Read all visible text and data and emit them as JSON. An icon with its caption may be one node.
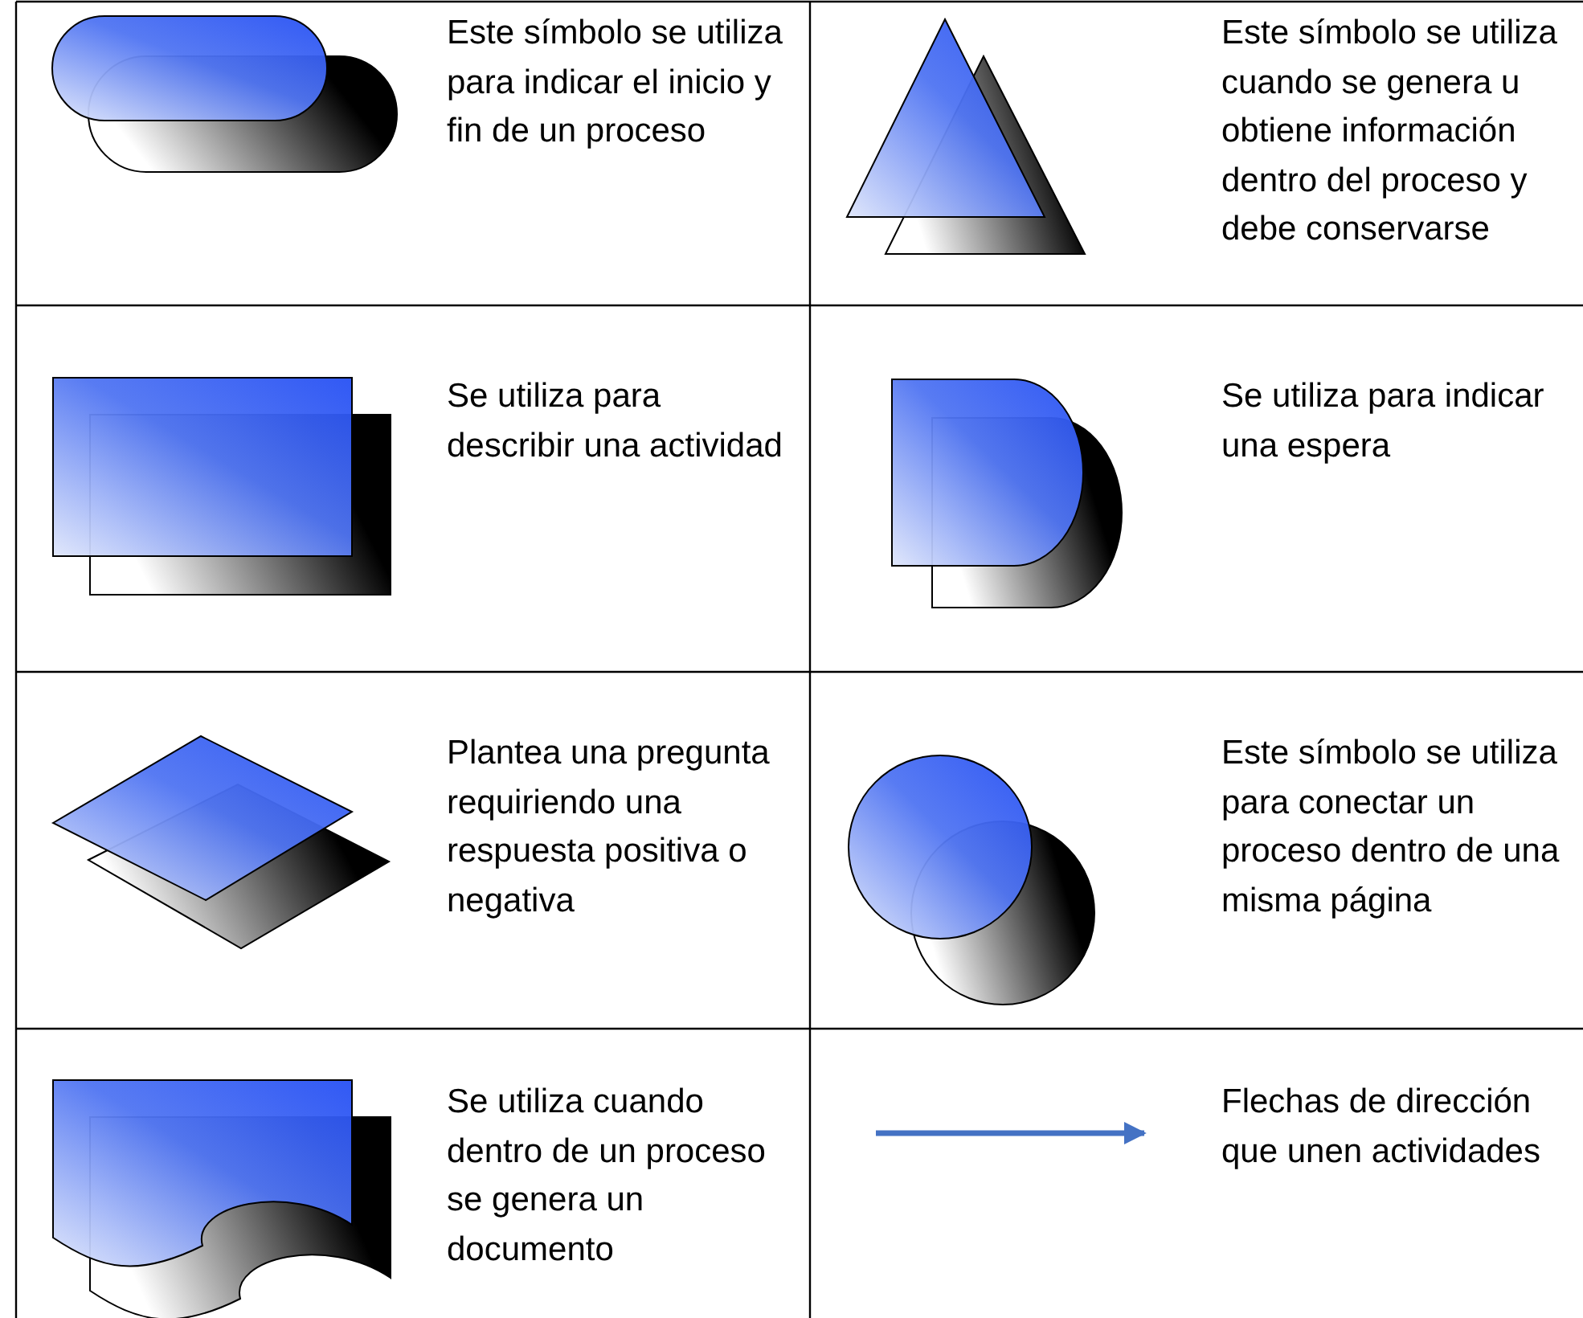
{
  "diagram": {
    "labels": [
      "Este símbolo se utiliza para indicar el inicio y fin de un proceso",
      "Este símbolo se utiliza cuando se genera u obtiene información dentro del proceso y debe conservarse",
      "Se utiliza para describir una actividad",
      "Se utiliza para indicar una espera",
      "Plantea una pregunta requiriendo una respuesta positiva o negativa",
      "Este símbolo se utiliza para conectar un proceso dentro de una misma página",
      "Se utiliza cuando dentro de un proceso se genera un documento",
      "Flechas de dirección que unen actividades"
    ]
  }
}
